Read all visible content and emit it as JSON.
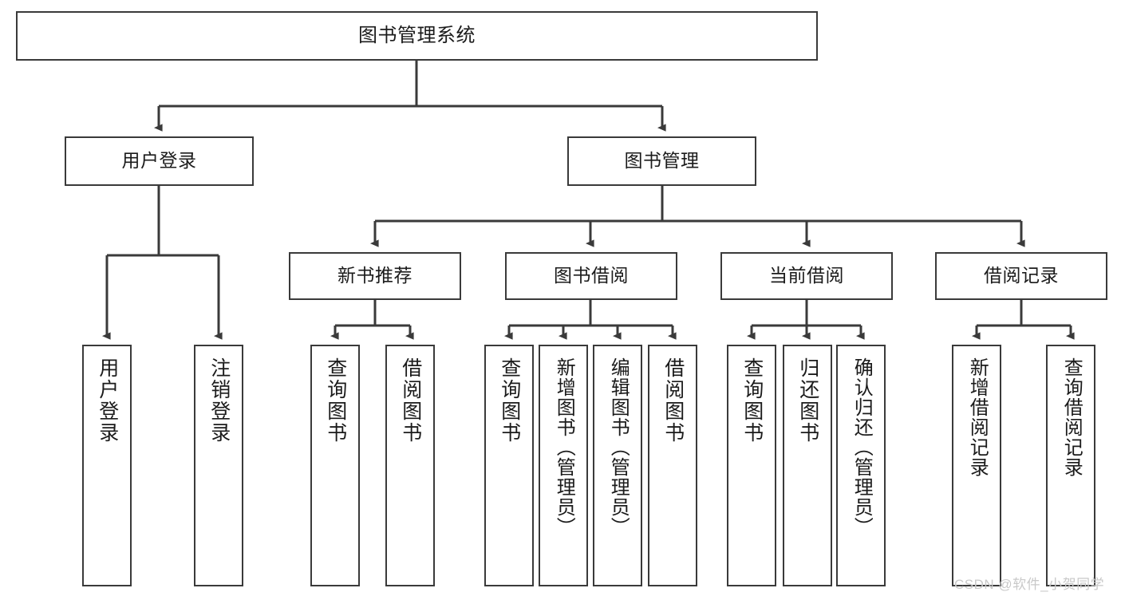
{
  "diagram": {
    "title": "图书管理系统",
    "type": "hierarchy-tree",
    "watermark": "CSDN @软件_小贺同学",
    "colors": {
      "box_border": "#3a3a3a",
      "box_fill": "#ffffff",
      "edge": "#3a3a3a",
      "text": "#1b1b1b",
      "watermark": "#c9c9c9",
      "background": "#ffffff"
    },
    "nodes": {
      "root": {
        "label": "图书管理系统"
      },
      "level2": [
        {
          "id": "user-login",
          "label": "用户登录"
        },
        {
          "id": "book-manage",
          "label": "图书管理"
        }
      ],
      "level3": [
        {
          "id": "new-book-recommend",
          "label": "新书推荐"
        },
        {
          "id": "book-borrow",
          "label": "图书借阅"
        },
        {
          "id": "current-borrow",
          "label": "当前借阅"
        },
        {
          "id": "borrow-record",
          "label": "借阅记录"
        }
      ],
      "leaves": {
        "user_login": [
          {
            "id": "leaf-user-login",
            "label": "用户登录"
          },
          {
            "id": "leaf-user-logout",
            "label": "注销登录"
          }
        ],
        "new_book_recommend": [
          {
            "id": "leaf-query-book-1",
            "label": "查询图书"
          },
          {
            "id": "leaf-borrow-book-1",
            "label": "借阅图书"
          }
        ],
        "book_borrow": [
          {
            "id": "leaf-query-book-2",
            "label": "查询图书"
          },
          {
            "id": "leaf-add-book",
            "label": "新增图书（管理员）"
          },
          {
            "id": "leaf-edit-book",
            "label": "编辑图书（管理员）"
          },
          {
            "id": "leaf-borrow-book-2",
            "label": "借阅图书"
          }
        ],
        "current_borrow": [
          {
            "id": "leaf-query-book-3",
            "label": "查询图书"
          },
          {
            "id": "leaf-return-book",
            "label": "归还图书"
          },
          {
            "id": "leaf-confirm-return",
            "label": "确认归还（管理员）"
          }
        ],
        "borrow_record": [
          {
            "id": "leaf-add-record",
            "label": "新增借阅记录"
          },
          {
            "id": "leaf-query-record",
            "label": "查询借阅记录"
          }
        ]
      }
    }
  }
}
